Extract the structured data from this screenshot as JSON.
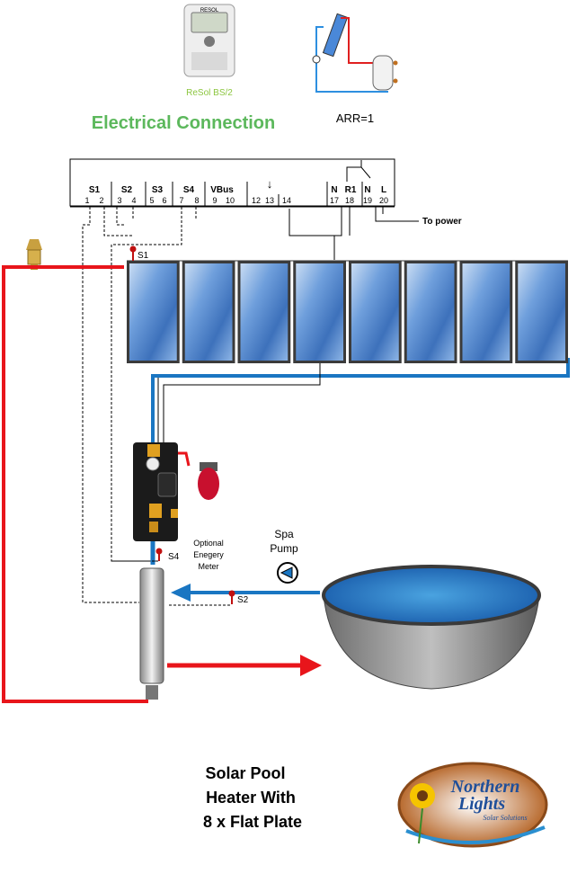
{
  "controller": {
    "model_display": "RESOL",
    "name": "ReSol BS/2",
    "section_heading": "Electrical Connection",
    "arr_label": "ARR=1"
  },
  "terminal_block": {
    "groups": [
      {
        "name": "S1",
        "pins": [
          "1",
          "2"
        ]
      },
      {
        "name": "S2",
        "pins": [
          "3",
          "4"
        ]
      },
      {
        "name": "S3",
        "pins": [
          "5",
          "6"
        ]
      },
      {
        "name": "S4",
        "pins": [
          "7",
          "8"
        ]
      },
      {
        "name": "VBus",
        "pins": [
          "9",
          "10"
        ]
      },
      {
        "name": "",
        "pins": [
          "12",
          "13",
          "14"
        ]
      },
      {
        "name": "N",
        "pins": [
          "17"
        ]
      },
      {
        "name": "R1",
        "pins": [
          "18"
        ]
      },
      {
        "name": "N",
        "pins": [
          "19"
        ]
      },
      {
        "name": "L",
        "pins": [
          "20"
        ]
      }
    ],
    "earth_symbol": "↓",
    "power_label": "To power"
  },
  "sensors": {
    "s1": "S1",
    "s2": "S2",
    "s4": "S4"
  },
  "collectors": {
    "count": 8
  },
  "labels": {
    "energy_meter_line1": "Optional",
    "energy_meter_line2": "Enegery",
    "energy_meter_line3": "Meter",
    "pump_line1": "Spa",
    "pump_line2": "Pump"
  },
  "footer": {
    "title_line1": "Solar Pool",
    "title_line2": "Heater With",
    "title_line3": "8 x Flat Plate"
  },
  "logo": {
    "line1": "Northern",
    "line2": "Lights",
    "line3": "Solar Solutions"
  },
  "colors": {
    "hot_pipe": "#e8151b",
    "cold_pipe": "#1a76c2",
    "heading_green": "#5cb85c",
    "label_green": "#8cc63f",
    "collector_blue": "#5a8fd0"
  },
  "icons": [
    "controller-device-icon",
    "system-schematic-icon",
    "air-vent-icon",
    "pump-station-icon",
    "expansion-vessel-icon",
    "heat-exchanger-icon",
    "pump-icon",
    "pool-icon",
    "sensor-icon",
    "logo-sunflower-icon"
  ]
}
